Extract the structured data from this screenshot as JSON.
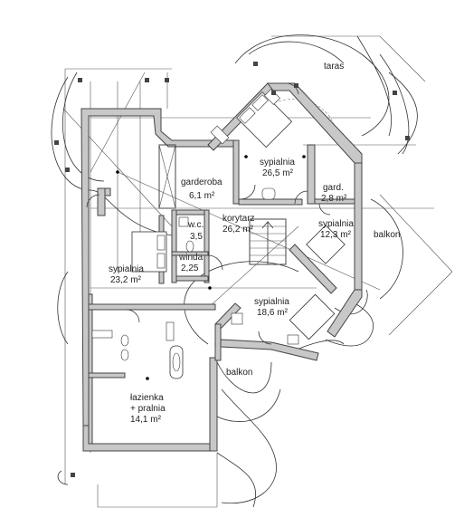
{
  "rooms": {
    "taras": {
      "name": "taras"
    },
    "sypialnia_top": {
      "name": "sypialnia",
      "area": "26,5 m²"
    },
    "garderoba": {
      "name": "garderoba",
      "area": "6,1 m²"
    },
    "gard": {
      "name": "gard.",
      "area": "2,8 m²"
    },
    "wc": {
      "name": "w.c.",
      "area": "3,5"
    },
    "korytarz": {
      "name": "korytarz",
      "area": "26,2 m²"
    },
    "sypialnia_right": {
      "name": "sypialnia",
      "area": "12,3 m²"
    },
    "balkon_right": {
      "name": "balkon"
    },
    "winda": {
      "name": "winda",
      "area": "2,25"
    },
    "sypialnia_left": {
      "name": "sypialnia",
      "area": "23,2 m²"
    },
    "sypialnia_mid": {
      "name": "sypialnia",
      "area": "18,6 m²"
    },
    "balkon_bottom": {
      "name": "balkon"
    },
    "lazienka": {
      "name": "łazienka",
      "name2": "+ pralnia",
      "area": "14,1 m²"
    }
  }
}
